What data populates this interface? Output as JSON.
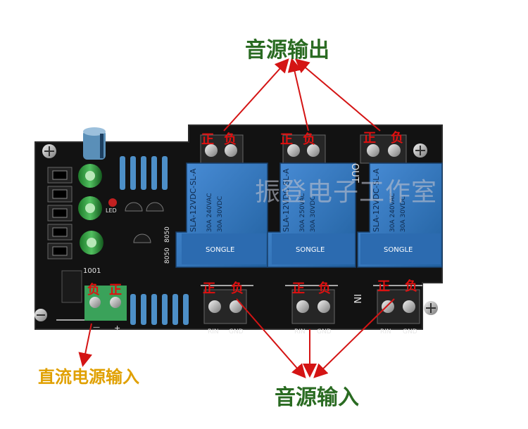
{
  "labels": {
    "audio_output": "音源输出",
    "audio_input": "音源输入",
    "dc_power_input": "直流电源输入",
    "watermark": "振登电子工作室"
  },
  "polarity": {
    "positive": "正",
    "negative": "负"
  },
  "relays": [
    {
      "brand": "SONGLE",
      "model": "SLA-12VDC-SL-A",
      "rating_ac": "30A 240VAC",
      "rating_dc": "30A 30VDC"
    },
    {
      "brand": "SONGLE",
      "model": "SLA-12VDC-SL-A",
      "rating_ac": "30A 250VAC",
      "rating_dc": "30A 30VDC"
    },
    {
      "brand": "SONGLE",
      "model": "SLA-12VDC-SL-A",
      "rating_ac": "30A 240VAC",
      "rating_dc": "30A 30VDC"
    }
  ],
  "silkscreen": {
    "out": "OUT",
    "in": "IN",
    "rin": "RIN",
    "gnd": "GND",
    "led": "LED",
    "transistor": "8050",
    "resistor_ref": "1001",
    "minus": "—",
    "plus": "+"
  },
  "colors": {
    "title_green": "#2a6b22",
    "power_gold": "#e0a000",
    "polarity_red": "#e01010",
    "arrow_red": "#d41414",
    "pcb_black": "#121212",
    "relay_blue": "#2f76c4"
  }
}
